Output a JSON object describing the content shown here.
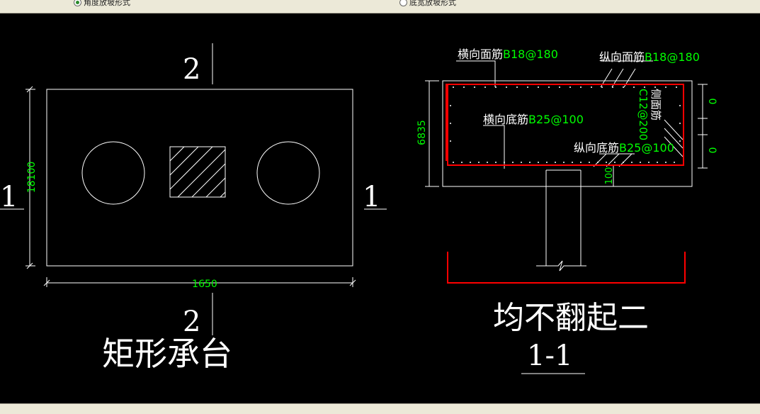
{
  "options": {
    "radio_left": "角度放坡形式",
    "radio_right": "底宽放坡形式",
    "radio_left_selected": true,
    "radio_right_selected": false
  },
  "plan": {
    "section_mark_top": "2",
    "section_mark_bottom": "2",
    "section_mark_left": "1",
    "section_mark_right": "1",
    "dim_vertical": "18100",
    "dim_horizontal": "1650",
    "title": "矩形承台"
  },
  "section": {
    "label_top_transverse_prefix": "横向面筋",
    "label_top_transverse_value": "B18@180",
    "label_top_longitudinal_prefix": "纵向面筋",
    "label_top_longitudinal_value": "B18@180",
    "label_bottom_transverse_prefix": "横向底筋",
    "label_bottom_transverse_value": "B25@100",
    "label_bottom_longitudinal_prefix": "纵向底筋",
    "label_bottom_longitudinal_value": "B25@100",
    "label_side_prefix": "侧面筋",
    "label_side_value": "C12@200",
    "dim_height": "6835",
    "dim_cover_bottom": "100",
    "dim_right_top": "0",
    "dim_right_bottom": "0",
    "caption": "均不翻起二",
    "section_title": "1-1"
  },
  "colors": {
    "background": "#000000",
    "line": "#ffffff",
    "dimension_text": "#00ff00",
    "rebar": "#ff0000"
  }
}
